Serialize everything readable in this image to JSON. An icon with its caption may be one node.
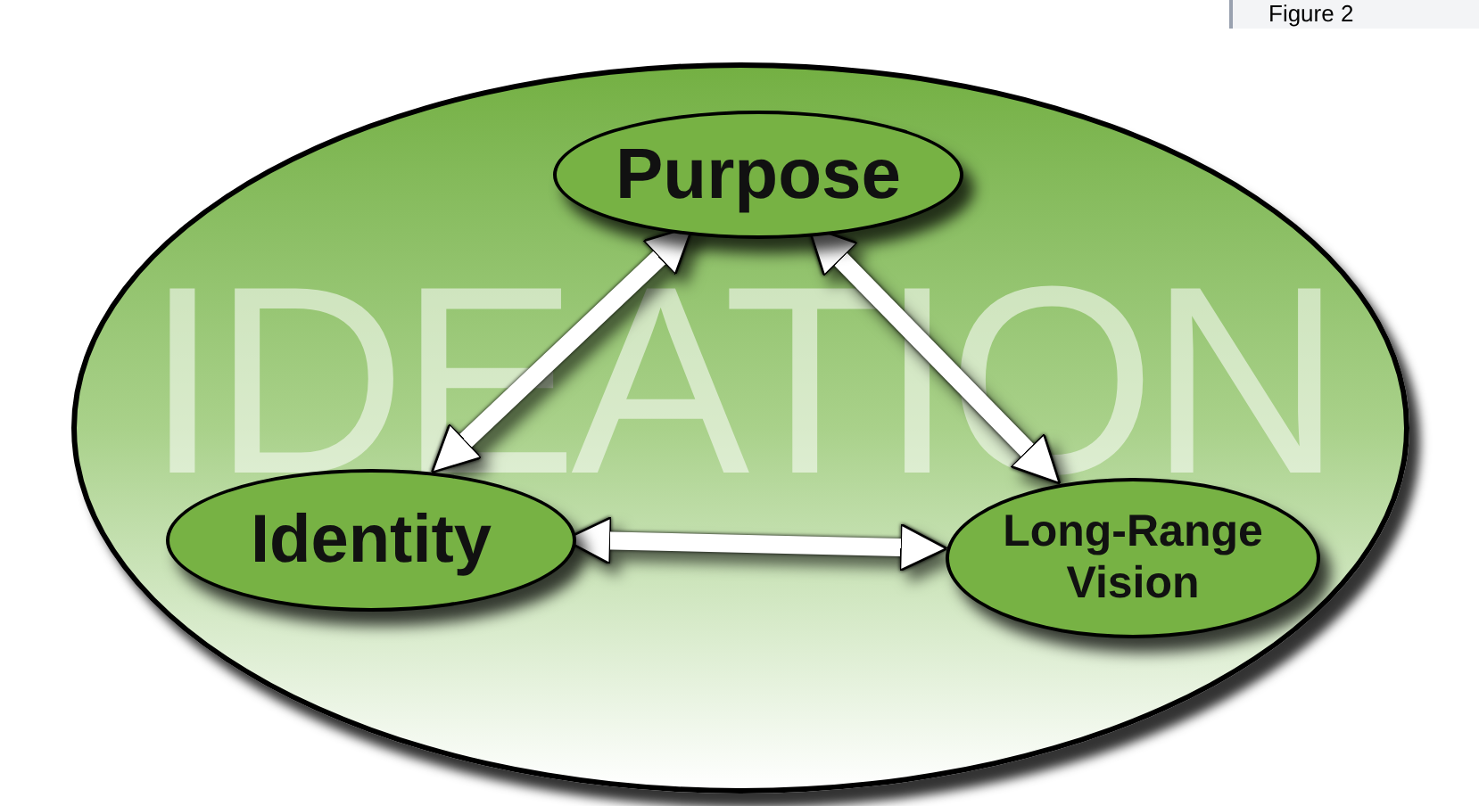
{
  "diagram": {
    "nodes": [
      {
        "text": [
          "IDEATION"
        ]
      },
      {
        "text": [
          "Purpose"
        ],
        "in": 0
      },
      {
        "text": [
          "Identity"
        ],
        "in": 0
      },
      {
        "text": [
          "Long-Range Vision"
        ],
        "in": 0
      }
    ],
    "edges": [
      {
        "from": 1,
        "to": 2,
        "arrow": "both"
      },
      {
        "from": 1,
        "to": 3,
        "arrow": "both"
      },
      {
        "from": 2,
        "to": 3,
        "arrow": "both"
      }
    ],
    "labels": [
      "Figure 2"
    ]
  }
}
